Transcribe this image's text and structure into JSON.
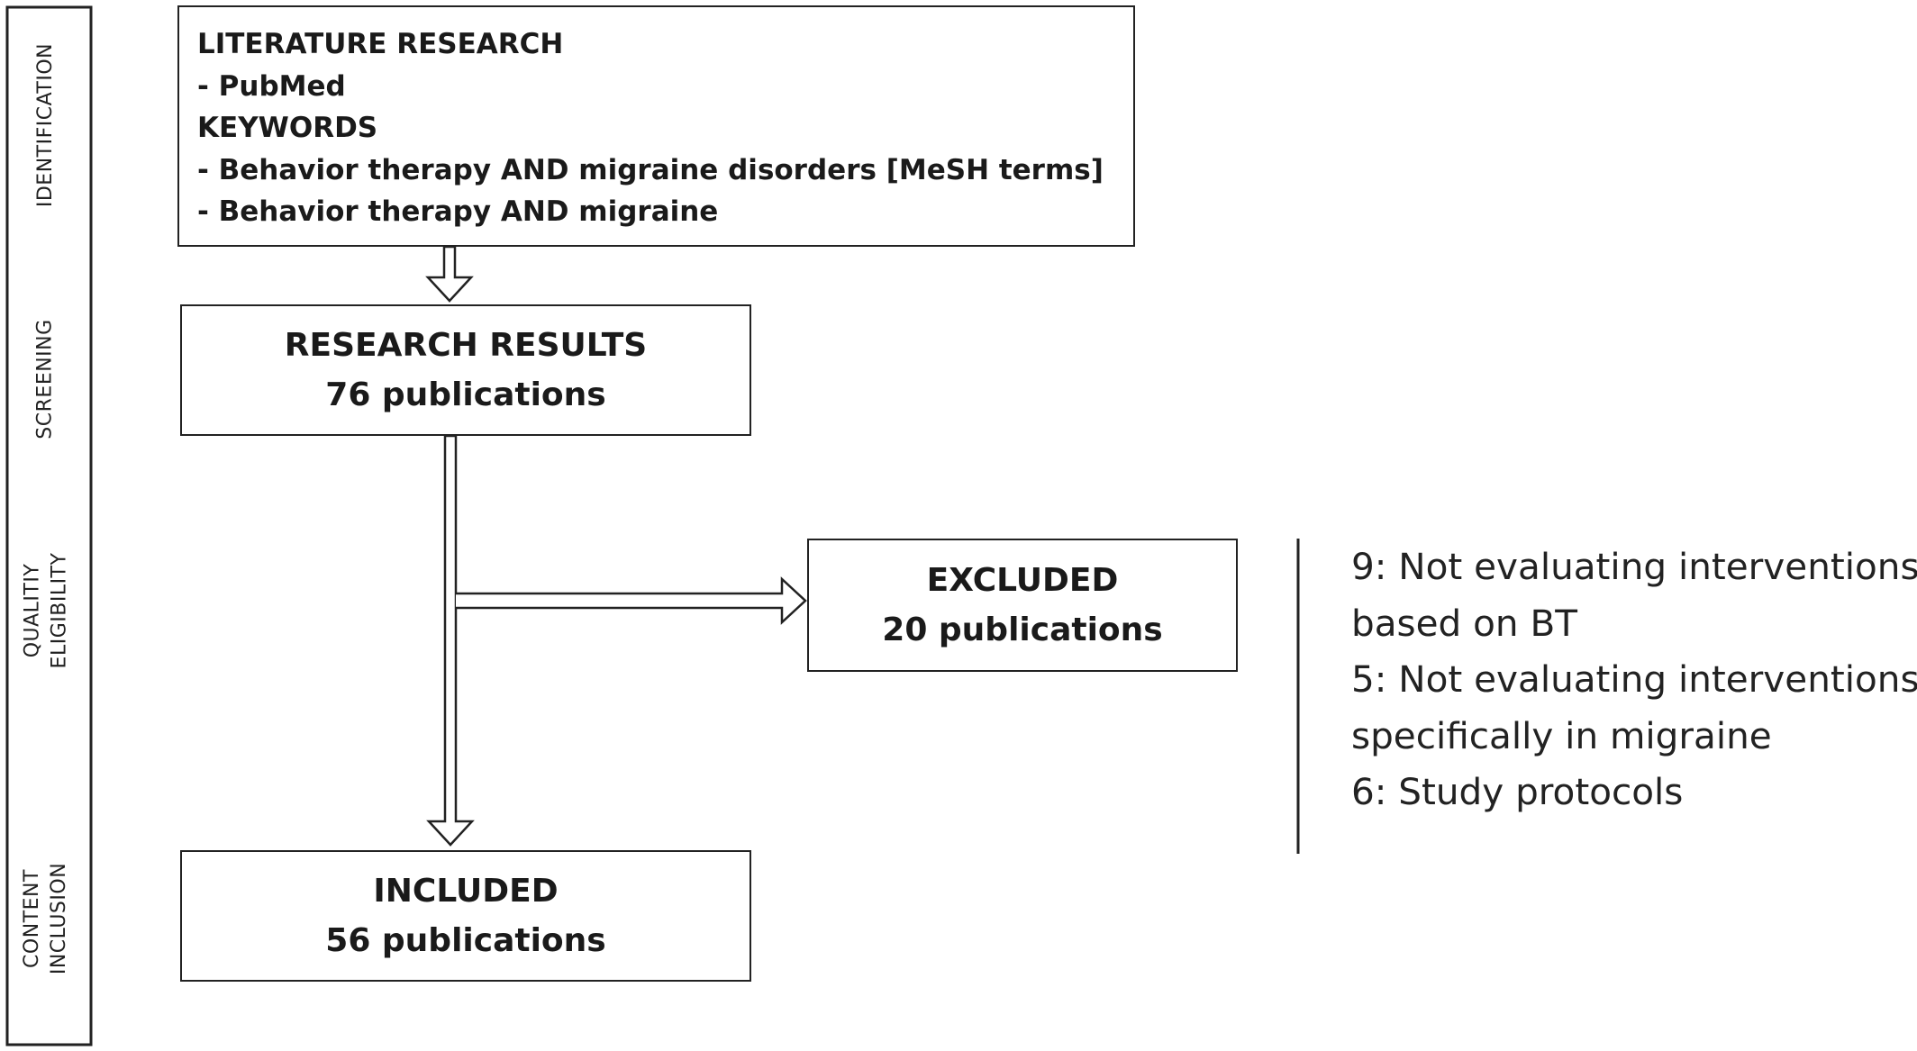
{
  "stages": [
    {
      "lines": [
        "IDENTIFICATION"
      ]
    },
    {
      "lines": [
        "SCREENING"
      ]
    },
    {
      "lines": [
        "QUALITIY",
        "ELIGIBILITY"
      ]
    },
    {
      "lines": [
        "CONTENT",
        "INCLUSION"
      ]
    }
  ],
  "identification_box": {
    "lines": [
      "LITERATURE RESEARCH",
      "- PubMed",
      "KEYWORDS",
      "- Behavior therapy AND migraine disorders [MeSH terms]",
      "- Behavior therapy AND migraine"
    ]
  },
  "results_box": {
    "title": "RESEARCH RESULTS",
    "count": "76 publications"
  },
  "excluded_box": {
    "title": "EXCLUDED",
    "count": "20 publications"
  },
  "included_box": {
    "title": "INCLUDED",
    "count": "56 publications"
  },
  "exclusion_reasons": [
    "9: Not evaluating interventions",
    "based on BT",
    "5:  Not evaluating interventions",
    "specifically in migraine",
    "6: Study protocols"
  ]
}
